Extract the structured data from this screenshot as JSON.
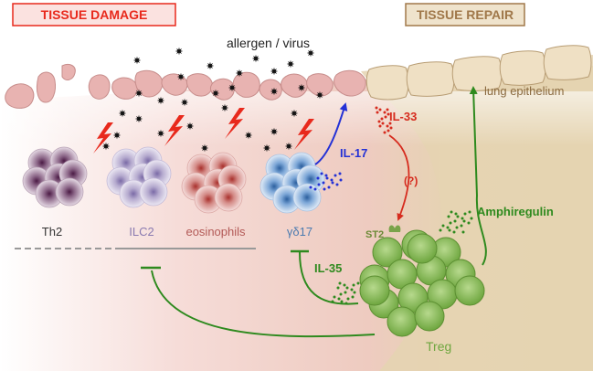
{
  "headers": {
    "damage": "TISSUE DAMAGE",
    "repair": "TISSUE REPAIR"
  },
  "labels": {
    "trigger": "allergen /  virus",
    "epithelium": "lung epithelium",
    "il33": "IL-33",
    "il17": "IL-17",
    "unknown": "(?)",
    "amphiregulin": "Amphiregulin",
    "st2": "ST2",
    "il35": "IL-35",
    "treg": "Treg",
    "th2": "Th2",
    "ilc2": "ILC2",
    "eosinophils": "eosinophils",
    "gd17": "γδ17"
  },
  "colors": {
    "damage_red": "#e8291c",
    "repair_brown": "#a0784a",
    "repair_bg": "#e7d7b6",
    "damage_bg": "#f3c9c4",
    "tissue_cell": "#e8b3b1",
    "epithelium_cell": "#efe0c4",
    "il_red": "#d62b1e",
    "il_blue": "#2431d6",
    "green": "#2e8a1e",
    "th2": "#7d4b76",
    "ilc2": "#9d8dbb",
    "eosinophil": "#c8706e",
    "gd17": "#5b8ec4",
    "treg": "#8dbd5a"
  }
}
